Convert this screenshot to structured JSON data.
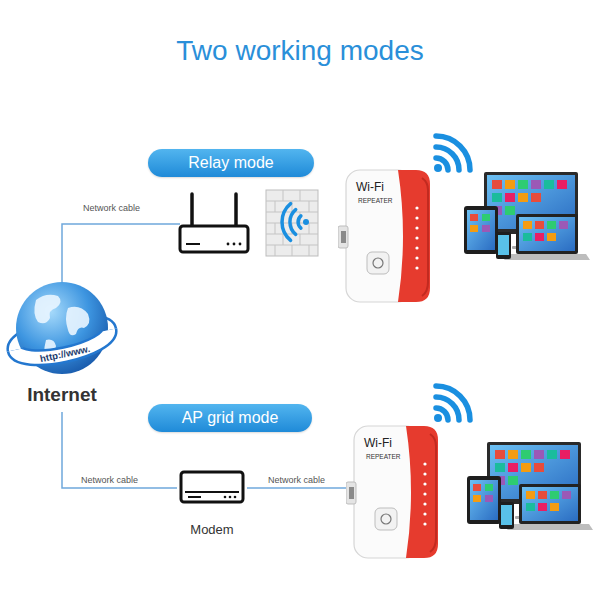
{
  "diagram": {
    "title": "Two working modes",
    "nodes": [
      {
        "text": [
          "Relay mode"
        ]
      },
      {
        "text": [
          "Wi-Fi",
          "REPEATER"
        ]
      },
      {
        "text": [
          "http://www.",
          "Internet"
        ]
      },
      {
        "text": [
          "AP grid mode"
        ]
      },
      {
        "text": [
          "Modem"
        ]
      },
      {
        "text": [
          "Wi-Fi",
          "REPEATER"
        ]
      }
    ],
    "edges": [
      {
        "from": 2,
        "to": 4,
        "label": "Network cable",
        "arrow": "none"
      },
      {
        "from": 4,
        "to": 5,
        "label": "Network cable",
        "arrow": "none"
      }
    ],
    "labels": [
      "Network cable"
    ]
  }
}
